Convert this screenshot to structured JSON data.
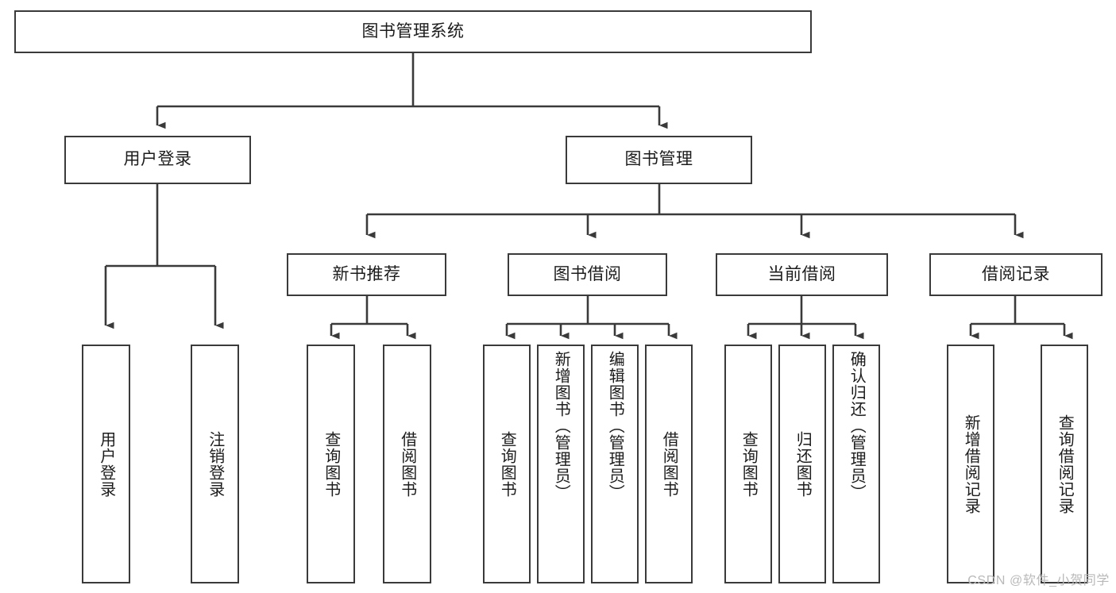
{
  "diagram": {
    "title": "图书管理系统",
    "type": "tree-hierarchy",
    "colors": {
      "box_border": "#3a3a3a",
      "box_fill": "#ffffff",
      "connector": "#3a3a3a",
      "text": "#1c1c1c",
      "watermark": "#b9b9b9",
      "background": "#ffffff"
    },
    "root": {
      "label": "图书管理系统"
    },
    "level2": [
      {
        "label": "用户登录"
      },
      {
        "label": "图书管理"
      }
    ],
    "level3": [
      {
        "label": "新书推荐"
      },
      {
        "label": "图书借阅"
      },
      {
        "label": "当前借阅"
      },
      {
        "label": "借阅记录"
      }
    ],
    "leaves": {
      "user_login": [
        {
          "label": "用户登录"
        },
        {
          "label": "注销登录"
        }
      ],
      "new_book_recommend": [
        {
          "label": "查询图书"
        },
        {
          "label": "借阅图书"
        }
      ],
      "book_borrow": [
        {
          "label": "查询图书"
        },
        {
          "label": "新增图书（管理员）"
        },
        {
          "label": "编辑图书（管理员）"
        },
        {
          "label": "借阅图书"
        }
      ],
      "current_borrow": [
        {
          "label": "查询图书"
        },
        {
          "label": "归还图书"
        },
        {
          "label": "确认归还（管理员）"
        }
      ],
      "borrow_record": [
        {
          "label": "新增借阅记录"
        },
        {
          "label": "查询借阅记录"
        }
      ]
    }
  },
  "watermark": {
    "text": "CSDN @软件_小贺同学"
  }
}
